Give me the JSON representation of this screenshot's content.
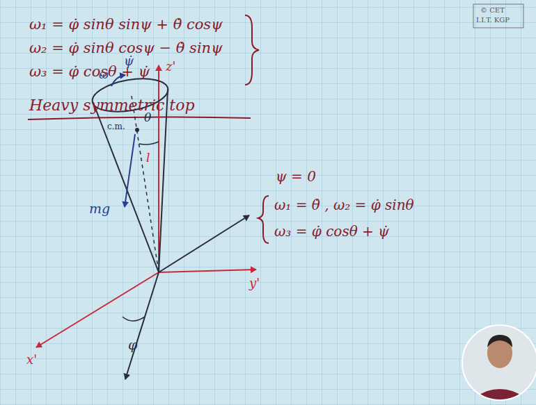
{
  "diagram": {
    "title": "Heavy symmetric top",
    "labels": [
      "© CET",
      "I.I.T. KGP",
      "ω₁ = φ̇ sinθ sinψ + θ̇ cosψ",
      "ω₂ = φ̇ sinθ cosψ − θ̇ sinψ",
      "ω₃ = φ̇ cosθ + ψ̇",
      "ψ = 0",
      "ω₁ = θ̇ , ω₂ = φ̇ sinθ",
      "ω₃ = φ̇ cosθ + ψ̇",
      "z'",
      "y'",
      "x'",
      "ψ̇",
      "ω",
      "θ",
      "c.m.",
      "l",
      "mg",
      "φ"
    ]
  }
}
